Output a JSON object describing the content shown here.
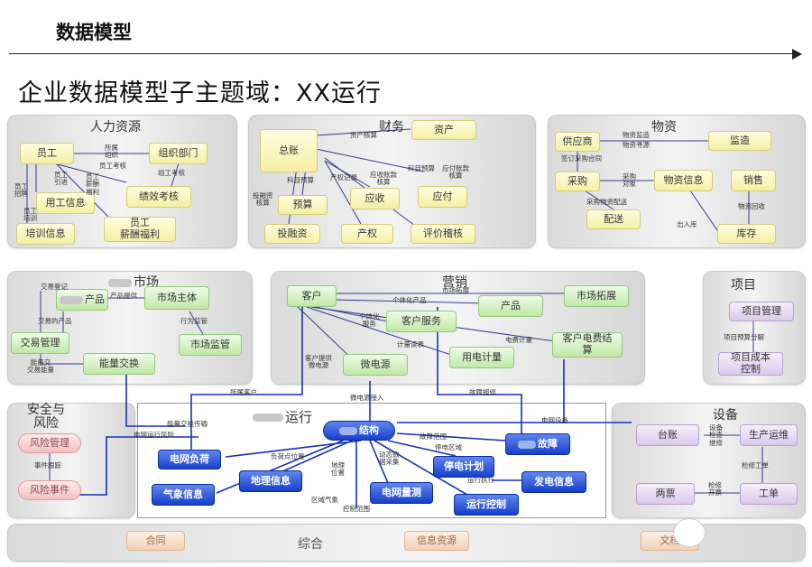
{
  "header": {
    "title": "数据模型"
  },
  "slide": {
    "title": "企业数据模型子主题域：XX运行"
  },
  "hr": {
    "title": "人力资源",
    "yuangong": "员工",
    "zuzhi": "组织部门",
    "yonggong": "用工信息",
    "jixiao": "绩效考核",
    "peixun": "培训信息",
    "xinchou": "员工\n薪酬福利",
    "l_suoshu": "所属\n组织",
    "l_kaohe1": "员工考核",
    "l_kaohe2": "组工考核",
    "l_yingong": "员工\n引进",
    "l_zhaopin": "员工\n招聘",
    "l_yuangong2": "员工\n薪酬\n福利",
    "l_peixun": "员工\n培训"
  },
  "fin": {
    "title": "财务",
    "zongzhang": "总账",
    "zichan": "资产",
    "yusuan": "预算",
    "yingshou": "应收",
    "yingfu": "应付",
    "touzi": "投融资",
    "chanquan": "产权",
    "pingjia": "评价稽核",
    "l_zichan": "资产核算",
    "l_yusuan": "科目预算",
    "l_yingshou": "应收账款\n核算",
    "l_yingfu": "应付账款\n核算",
    "l_keyu": "科目预算",
    "l_chan": "产权记录",
    "l_tou": "投融资\n核算"
  },
  "mat": {
    "title": "物资",
    "gongying": "供应商",
    "jiandao": "监造",
    "caigou": "采购",
    "wuzi": "物资信息",
    "xiaoshou": "销售",
    "peisong": "配送",
    "kucun": "库存",
    "l_gong1": "物资监造",
    "l_gong2": "物资寻源",
    "l_he": "签订采购合同",
    "l_cai": "采购\n对象",
    "l_pei": "采购物资配送",
    "l_chu": "出入库",
    "l_hui": "物资回收"
  },
  "mkt": {
    "title": "市场",
    "chanpin": "产品",
    "zhuti": "市场主体",
    "jiaoyi": "交易管理",
    "jianguan": "市场监管",
    "nengliang": "能量交换",
    "l_dengji": "交易登记",
    "l_tigong": "产品提供",
    "l_jiaoyichan": "交易的产品",
    "l_xingwei": "行为监管",
    "l_jiaoyi": "能量交\n交易能量"
  },
  "sales": {
    "title": "营销",
    "kehu": "客户",
    "chanpin": "产品",
    "tuozhan": "市场拓展",
    "fuwu": "客户服务",
    "yongdian": "用电计量",
    "feiyong": "客户电费结\n算",
    "weidian": "微电源",
    "l_tuozhan": "市场拓展",
    "l_geti": "个体化产品",
    "l_geti2": "个体化\n服务",
    "l_jisuan": "电费计量",
    "l_jiliang": "计量读表",
    "l_weidian": "客户提供\n微电源"
  },
  "proj": {
    "title": "项目",
    "guanli": "项目管理",
    "chengben": "项目成本\n控制",
    "l_fen": "项目预算分解"
  },
  "risk": {
    "title": "安全与\n风险",
    "guanli": "风险管理",
    "shijian": "风险事件",
    "l_shi": "事件跟踪"
  },
  "ops": {
    "title": "运行",
    "jiegou": "结构",
    "fuhe": "电网负荷",
    "dili": "地理信息",
    "qixiang": "气象信息",
    "liangce": "电网量测",
    "tingdian": "停电计划",
    "guzhang": "故障",
    "fadian": "发电信息",
    "kongzhi": "运行控制",
    "l_suoshu": "所属客户",
    "l_jiaohuan": "能量交换传输",
    "l_fengxian": "电网运行风险",
    "l_weidian": "微电源接入",
    "l_guzhang": "故障报修",
    "l_fanwei": "故障范围",
    "l_tingqu": "停电区域",
    "l_shebei": "电网设备",
    "l_fuhe": "负荷点位置",
    "l_dongtai": "动态数\n据采集",
    "l_dili": "地理\n位置",
    "l_qixiang": "区域气象",
    "l_kongzhi": "控制范围",
    "l_yunxing": "运行执行"
  },
  "equip": {
    "title": "设备",
    "taizhang": "台账",
    "yunwei": "生产运维",
    "liangpiao": "两票",
    "gongdan": "工单",
    "l_ziliao": "设备\n检查\n维修",
    "l_gong": "检修工单",
    "l_piao": "检修\n开票"
  },
  "misc": {
    "title": "综合",
    "hetong": "合同",
    "xinxi": "信息资源",
    "wendang": "文档"
  }
}
